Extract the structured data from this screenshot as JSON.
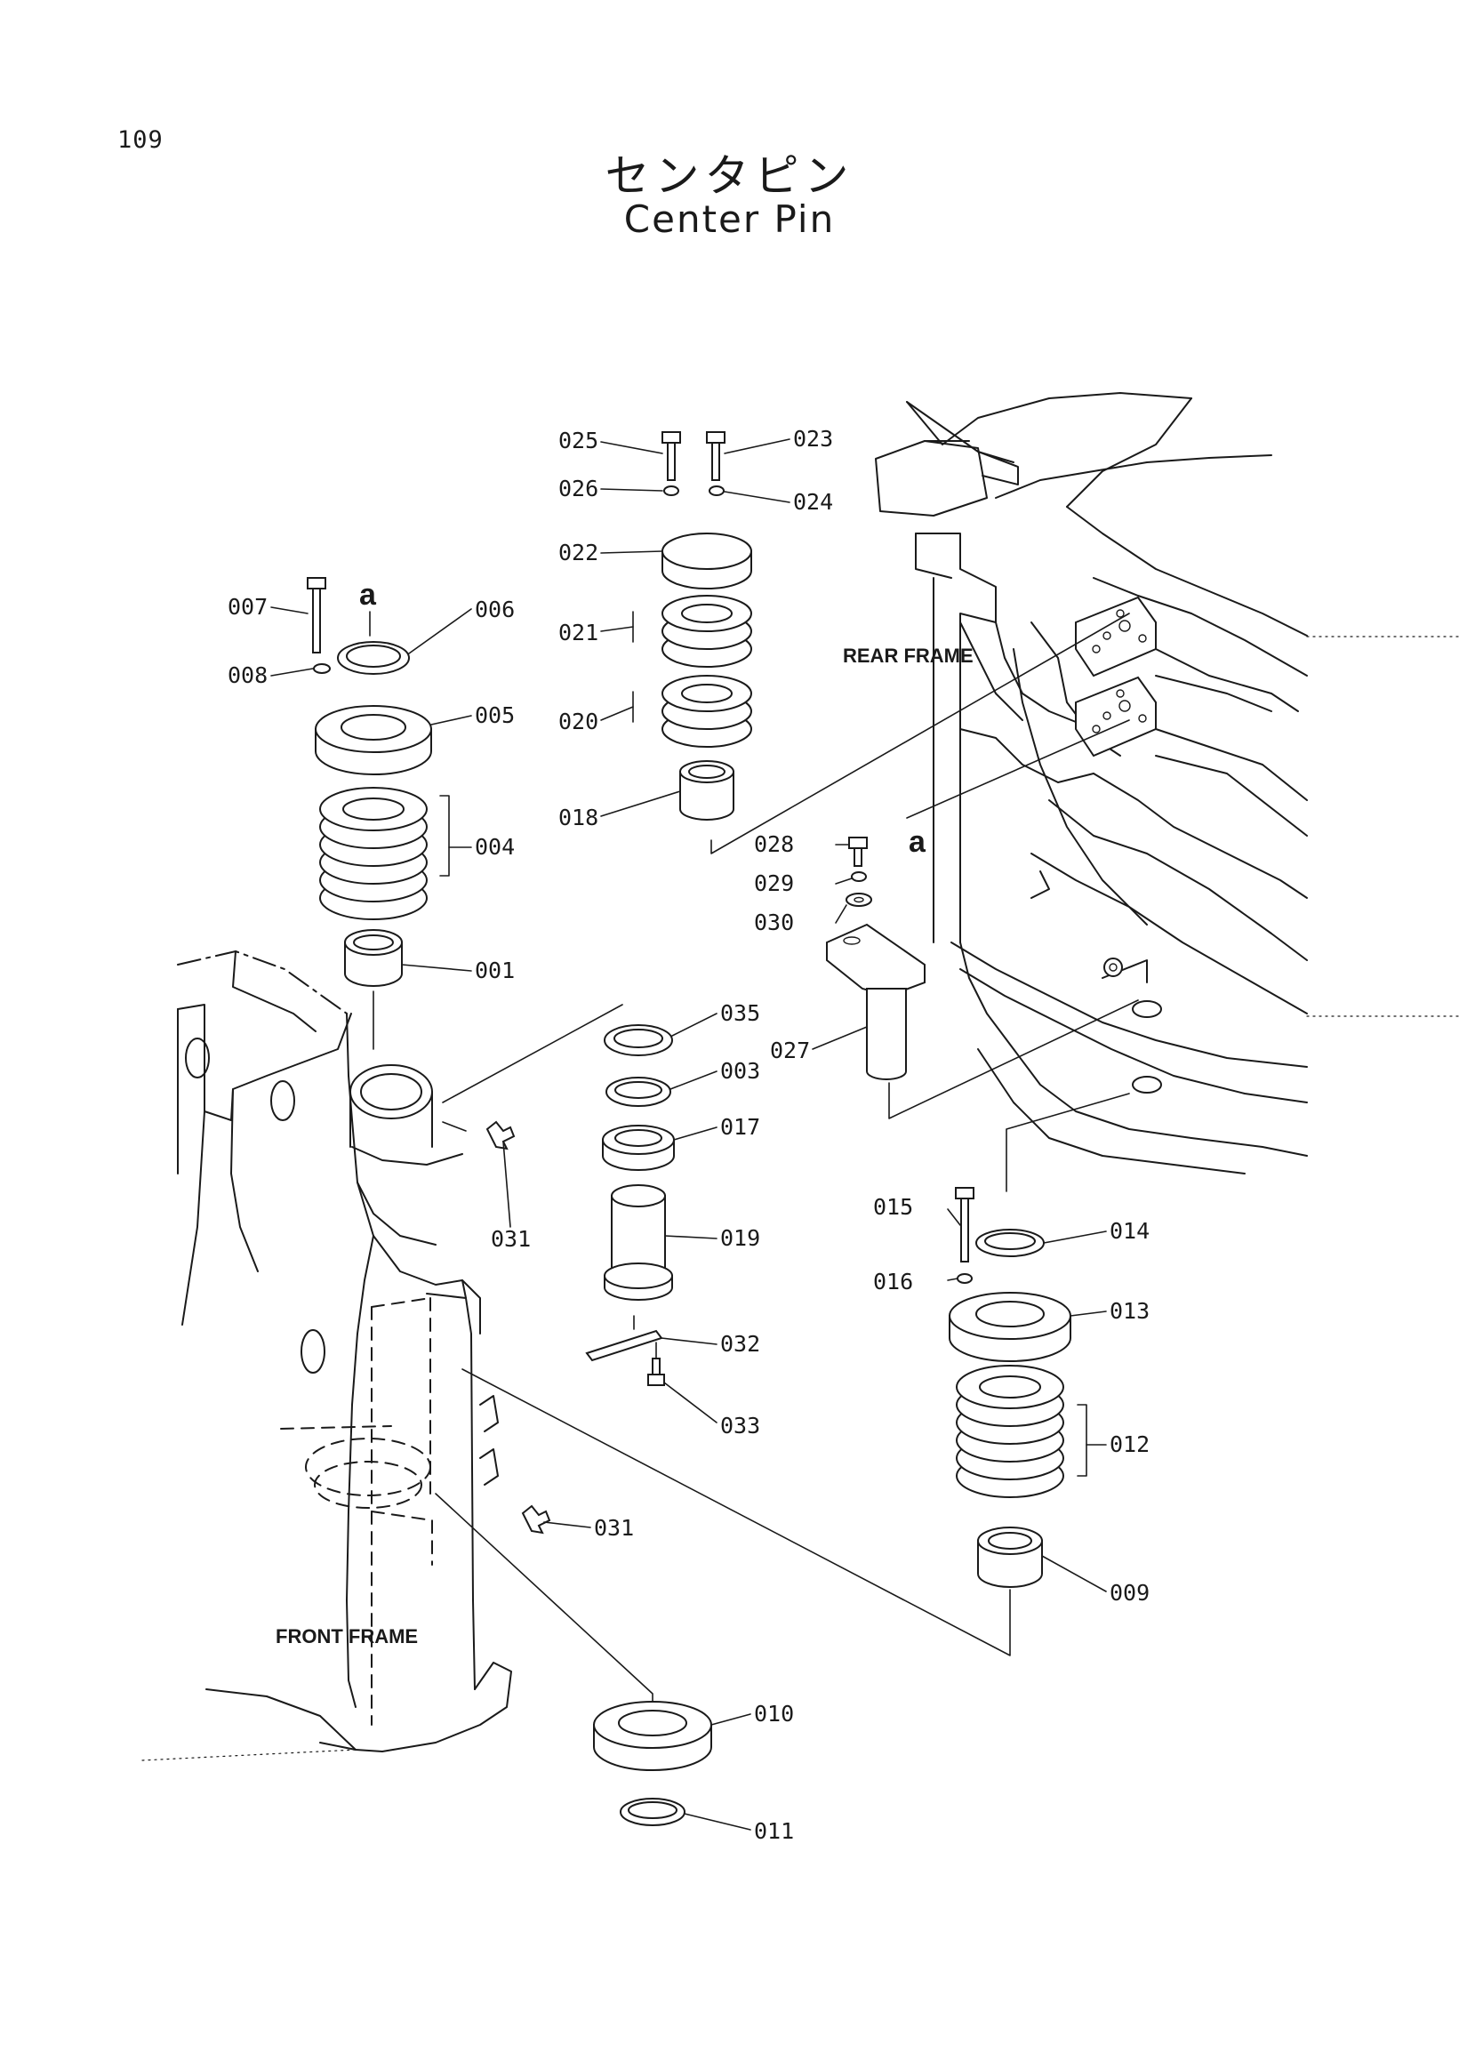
{
  "page_number": "109",
  "title_ja": "センタピン",
  "title_en": "Center Pin",
  "frame_labels": {
    "rear": "REAR FRAME",
    "front": "FRONT FRAME"
  },
  "reference_mark": "a",
  "parts": {
    "p001": "001",
    "p003": "003",
    "p004": "004",
    "p005": "005",
    "p006": "006",
    "p007": "007",
    "p008": "008",
    "p009": "009",
    "p010": "010",
    "p011": "011",
    "p012": "012",
    "p013": "013",
    "p014": "014",
    "p015": "015",
    "p016": "016",
    "p017": "017",
    "p018": "018",
    "p019": "019",
    "p020": "020",
    "p021": "021",
    "p022": "022",
    "p023": "023",
    "p024": "024",
    "p025": "025",
    "p026": "026",
    "p027": "027",
    "p028": "028",
    "p029": "029",
    "p030": "030",
    "p031": "031",
    "p032": "032",
    "p033": "033",
    "p035": "035"
  }
}
